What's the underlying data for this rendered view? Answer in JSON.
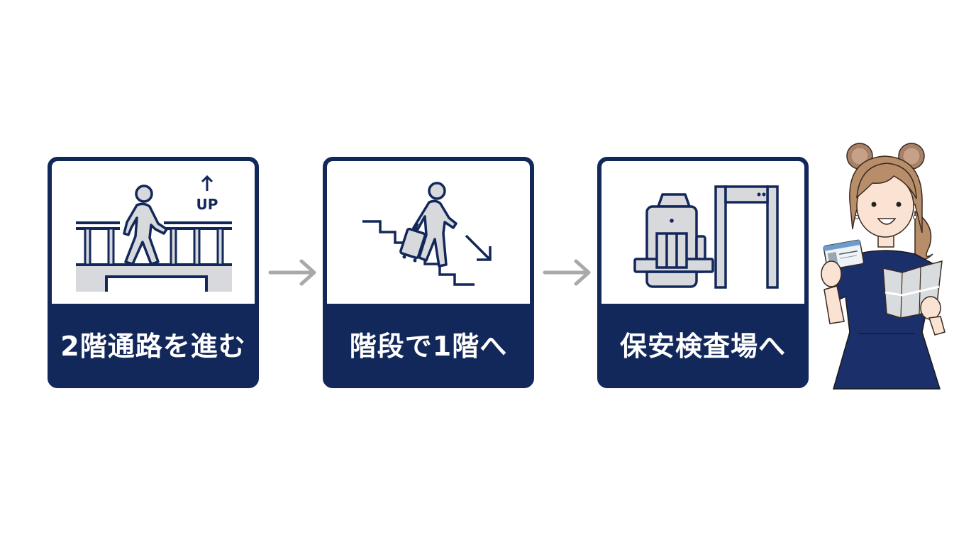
{
  "steps": [
    {
      "caption": "2階通路を進む",
      "icon": "walkway-person-walking-icon",
      "icon_label": "UP"
    },
    {
      "caption": "階段で1階へ",
      "icon": "stairs-down-with-suitcase-icon"
    },
    {
      "caption": "保安検査場へ",
      "icon": "security-xray-and-metal-detector-icon"
    }
  ],
  "connectors": [
    "arrow-right-icon",
    "arrow-right-icon"
  ],
  "character": {
    "description": "woman-with-bear-ears-holding-id-card-and-map"
  },
  "colors": {
    "navy": "#13285a",
    "icon_fill": "#d7d9dd",
    "arrow_gray": "#a9a9a9",
    "background": "#ffffff",
    "caption_text": "#ffffff"
  }
}
